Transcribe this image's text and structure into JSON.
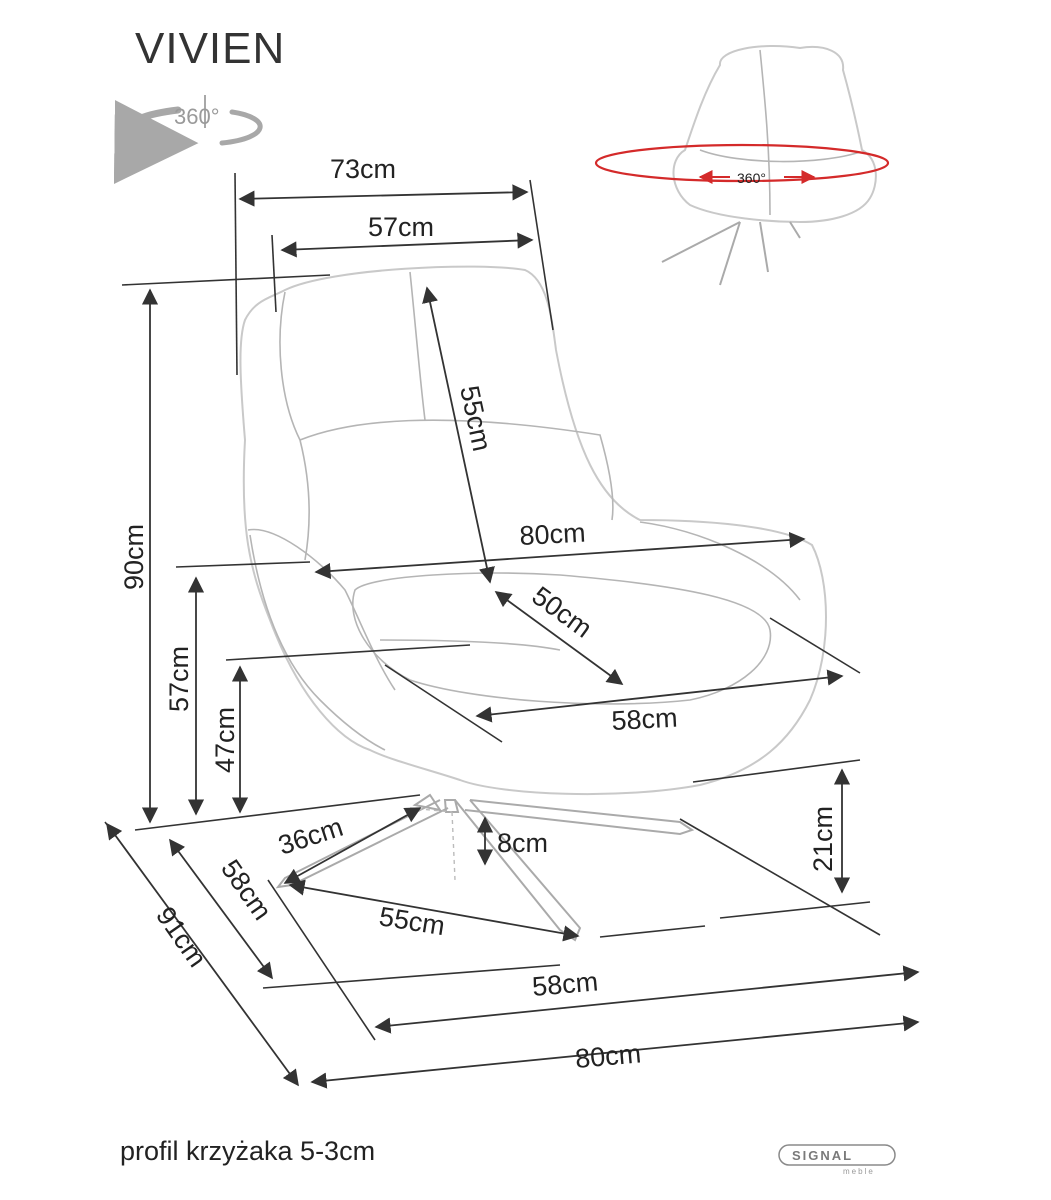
{
  "title": "VIVIEN",
  "rotation_badge": "360°",
  "rotation_badge_small": "360°",
  "dimensions": {
    "back_outer_width": "73cm",
    "back_inner_width": "57cm",
    "backrest_height": "55cm",
    "total_height": "90cm",
    "arm_width": "80cm",
    "seat_depth": "50cm",
    "armrest_height": "57cm",
    "seat_height": "47cm",
    "seat_width": "58cm",
    "base_height": "21cm",
    "leg_length": "36cm",
    "leg_clearance": "8cm",
    "base_depth_inner": "58cm",
    "base_diagonal": "55cm",
    "total_depth": "91cm",
    "base_width": "58cm",
    "total_width": "80cm"
  },
  "footer_note": "profil krzyżaka 5-3cm",
  "brand": {
    "name": "SIGNAL",
    "sub": "meble"
  },
  "colors": {
    "rotation_ring": "#d42a2a",
    "lines": "#333333",
    "chair": "#c9c9c9"
  }
}
